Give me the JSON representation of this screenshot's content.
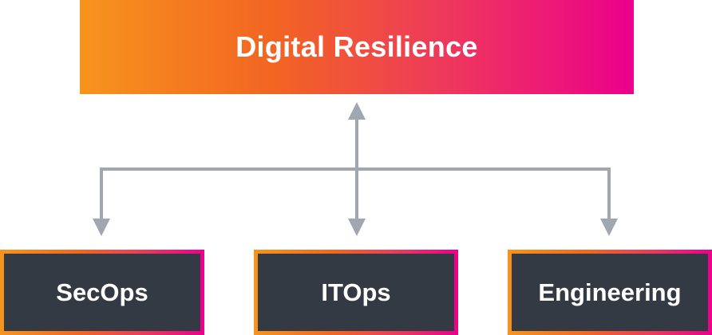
{
  "diagram": {
    "top": {
      "label": "Digital Resilience"
    },
    "children": [
      {
        "label": "SecOps"
      },
      {
        "label": "ITOps"
      },
      {
        "label": "Engineering"
      }
    ]
  },
  "colors": {
    "gradient_start": "#F7941D",
    "gradient_mid": "#F26522",
    "gradient_end": "#EC008C",
    "box_fill": "#343A43",
    "connector": "#A0A7B1",
    "text": "#FFFFFF"
  }
}
